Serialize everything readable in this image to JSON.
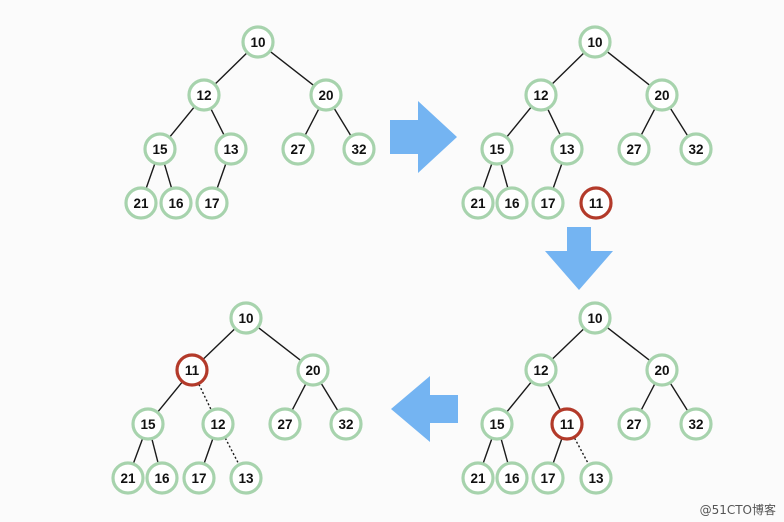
{
  "colors": {
    "node_border": "#a7d3ad",
    "highlight_border": "#b33a2a",
    "arrow": "#74b4f2"
  },
  "panels": [
    {
      "name": "panel-initial",
      "nodes": {
        "n10": "10",
        "n12": "12",
        "n20": "20",
        "n15": "15",
        "n13": "13",
        "n27": "27",
        "n32": "32",
        "n21": "21",
        "n16": "16",
        "n17": "17"
      },
      "highlight": [],
      "edges": [
        [
          "n10",
          "n12",
          false
        ],
        [
          "n10",
          "n20",
          false
        ],
        [
          "n12",
          "n15",
          false
        ],
        [
          "n12",
          "n13",
          false
        ],
        [
          "n20",
          "n27",
          false
        ],
        [
          "n20",
          "n32",
          false
        ],
        [
          "n15",
          "n21",
          false
        ],
        [
          "n15",
          "n16",
          false
        ],
        [
          "n13",
          "n17",
          false
        ]
      ]
    },
    {
      "name": "panel-insert",
      "nodes": {
        "n10": "10",
        "n12": "12",
        "n20": "20",
        "n15": "15",
        "n13": "13",
        "n27": "27",
        "n32": "32",
        "n21": "21",
        "n16": "16",
        "n17": "17",
        "n11": "11"
      },
      "highlight": [
        "n11"
      ],
      "edges": [
        [
          "n10",
          "n12",
          false
        ],
        [
          "n10",
          "n20",
          false
        ],
        [
          "n12",
          "n15",
          false
        ],
        [
          "n12",
          "n13",
          false
        ],
        [
          "n20",
          "n27",
          false
        ],
        [
          "n20",
          "n32",
          false
        ],
        [
          "n15",
          "n21",
          false
        ],
        [
          "n15",
          "n16",
          false
        ],
        [
          "n13",
          "n17",
          false
        ]
      ]
    },
    {
      "name": "panel-swap-1",
      "nodes": {
        "n10": "10",
        "n12": "12",
        "n20": "20",
        "n15": "15",
        "n11": "11",
        "n27": "27",
        "n32": "32",
        "n21": "21",
        "n16": "16",
        "n17": "17",
        "n13": "13"
      },
      "highlight": [
        "n11"
      ],
      "edges": [
        [
          "n10",
          "n12",
          false
        ],
        [
          "n10",
          "n20",
          false
        ],
        [
          "n12",
          "n15",
          false
        ],
        [
          "n12",
          "n11",
          false
        ],
        [
          "n20",
          "n27",
          false
        ],
        [
          "n20",
          "n32",
          false
        ],
        [
          "n15",
          "n21",
          false
        ],
        [
          "n15",
          "n16",
          false
        ],
        [
          "n11",
          "n17",
          false
        ],
        [
          "n11",
          "n13",
          true
        ]
      ]
    },
    {
      "name": "panel-swap-2",
      "nodes": {
        "n10": "10",
        "n11": "11",
        "n20": "20",
        "n15": "15",
        "n12": "12",
        "n27": "27",
        "n32": "32",
        "n21": "21",
        "n16": "16",
        "n17": "17",
        "n13": "13"
      },
      "highlight": [
        "n11"
      ],
      "edges": [
        [
          "n10",
          "n11",
          false
        ],
        [
          "n10",
          "n20",
          false
        ],
        [
          "n11",
          "n15",
          false
        ],
        [
          "n11",
          "n12",
          true
        ],
        [
          "n20",
          "n27",
          false
        ],
        [
          "n20",
          "n32",
          false
        ],
        [
          "n15",
          "n21",
          false
        ],
        [
          "n15",
          "n16",
          false
        ],
        [
          "n12",
          "n17",
          false
        ],
        [
          "n12",
          "n13",
          true
        ]
      ]
    }
  ],
  "watermark": "@51CTO博客"
}
